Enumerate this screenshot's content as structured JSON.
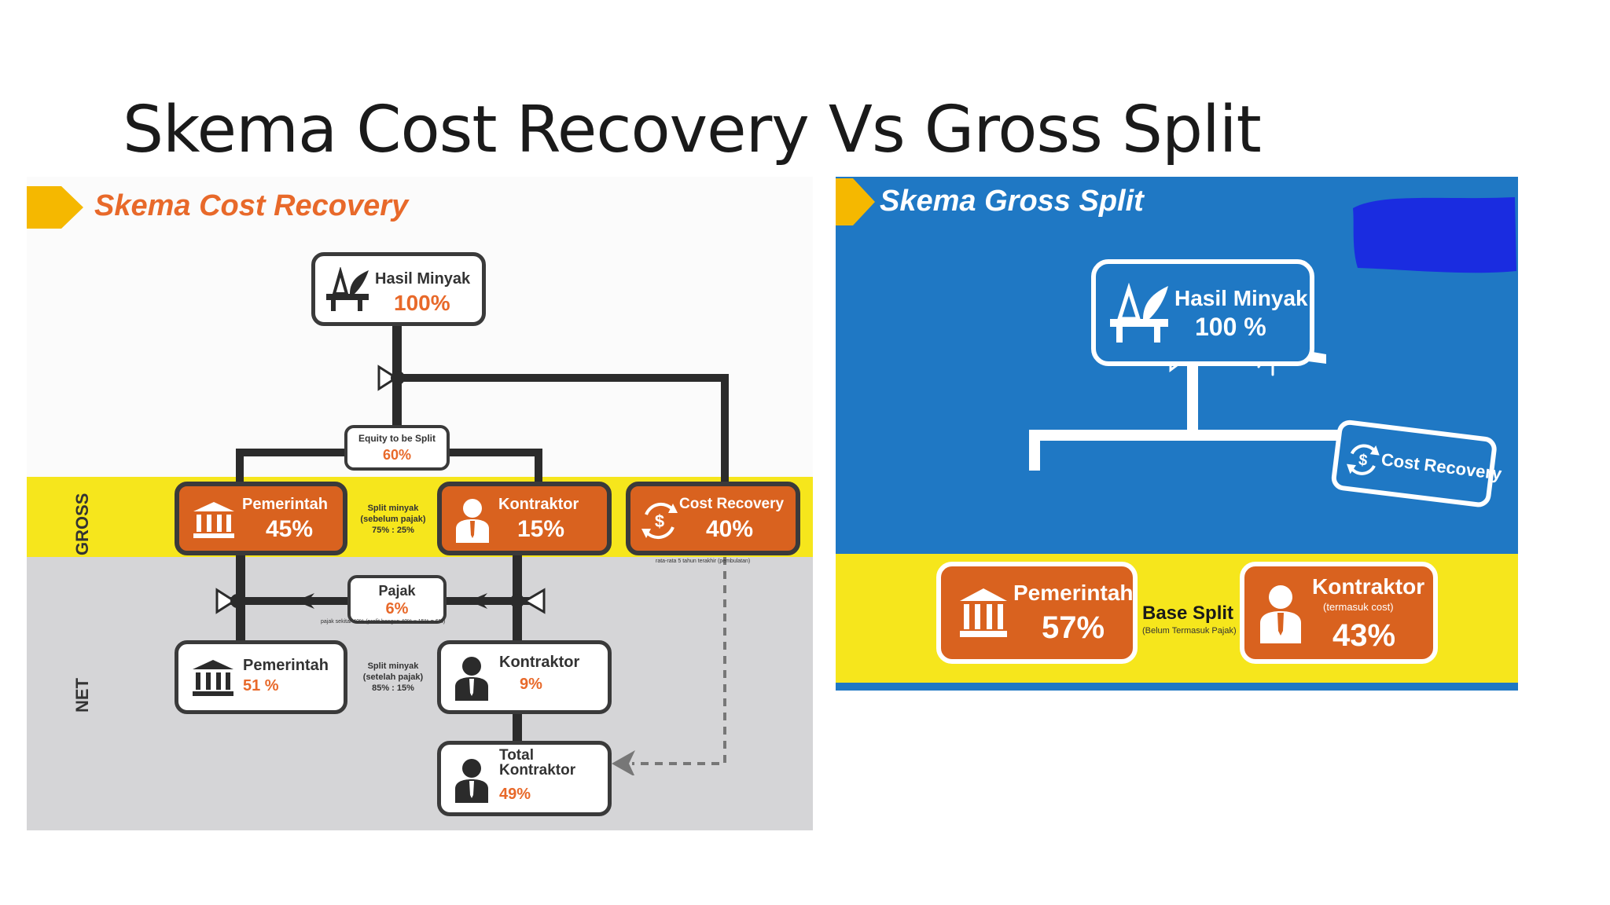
{
  "slide": {
    "title": "Skema Cost Recovery Vs Gross Split"
  },
  "colors": {
    "orange": "#d9621f",
    "yellow_band": "#f6e61c",
    "gray_band": "#d5d5d7",
    "blue_panel": "#1f78c4",
    "dark": "#2b2b2b",
    "accent_text": "#e8692a"
  },
  "cost_recovery": {
    "heading": "Skema Cost Recovery",
    "gross_label": "GROSS",
    "net_label": "NET",
    "hasil": {
      "label": "Hasil Minyak",
      "value": "100%",
      "icon": "oil-rig-icon"
    },
    "equity": {
      "label": "Equity to be Split",
      "value": "60%"
    },
    "gross_pemerintah": {
      "label": "Pemerintah",
      "value": "45%",
      "icon": "government-building-icon"
    },
    "gross_kontraktor": {
      "label": "Kontraktor",
      "value": "15%",
      "icon": "person-icon"
    },
    "cost_recovery_box": {
      "label": "Cost Recovery",
      "value": "40%",
      "icon": "dollar-cycle-icon"
    },
    "split_before": {
      "line1": "Split minyak",
      "line2": "(sebelum pajak)",
      "line3": "75% : 25%"
    },
    "cr_note": "rata-rata 5 tahun terakhir (pembulatan)",
    "pajak": {
      "label": "Pajak",
      "value": "6%"
    },
    "pajak_note": "pajak sekitar 40% (profit bangun 40% x 15% = 6%)",
    "net_pemerintah": {
      "label": "Pemerintah",
      "value": "51 %",
      "icon": "government-building-icon"
    },
    "net_kontraktor": {
      "label": "Kontraktor",
      "value": "9%",
      "icon": "person-icon"
    },
    "split_after": {
      "line1": "Split minyak",
      "line2": "(setelah pajak)",
      "line3": "85% : 15%"
    },
    "total": {
      "line1": "Total",
      "line2": "Kontraktor",
      "value": "49%",
      "icon": "person-icon"
    }
  },
  "gross_split": {
    "heading": "Skema Gross Split",
    "hasil": {
      "label": "Hasil Minyak",
      "value": "100 %",
      "icon": "oil-rig-icon"
    },
    "cost_recovery": {
      "label": "Cost Recovery",
      "icon": "dollar-cycle-icon"
    },
    "pemerintah": {
      "label": "Pemerintah",
      "value": "57%",
      "icon": "government-building-icon"
    },
    "kontraktor": {
      "label": "Kontraktor",
      "sub": "(termasuk cost)",
      "value": "43%",
      "icon": "person-icon"
    },
    "base_split": {
      "label": "Base Split",
      "sub": "(Belum Termasuk Pajak)"
    }
  }
}
